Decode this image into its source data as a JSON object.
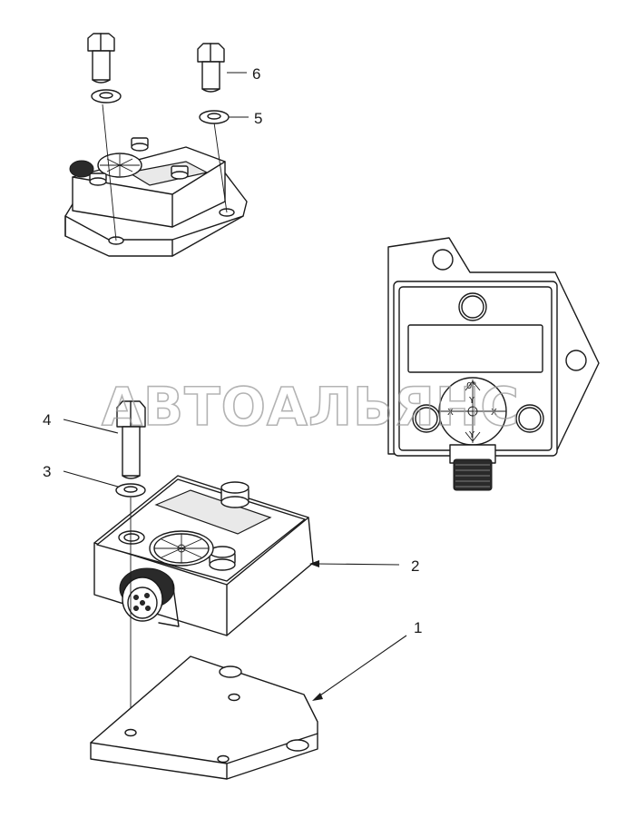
{
  "callouts": {
    "c1": "1",
    "c2": "2",
    "c3": "3",
    "c4": "4",
    "c5": "5",
    "c6": "6"
  },
  "watermark": "АВТОАЛЬЯНС",
  "compass": {
    "top_mark": "0°",
    "axis_x": "X",
    "axis_y": "Y"
  },
  "colors": {
    "line": "#1a1a1a",
    "watermark": "#9a9a9a",
    "shade": "#e9e9e9"
  }
}
